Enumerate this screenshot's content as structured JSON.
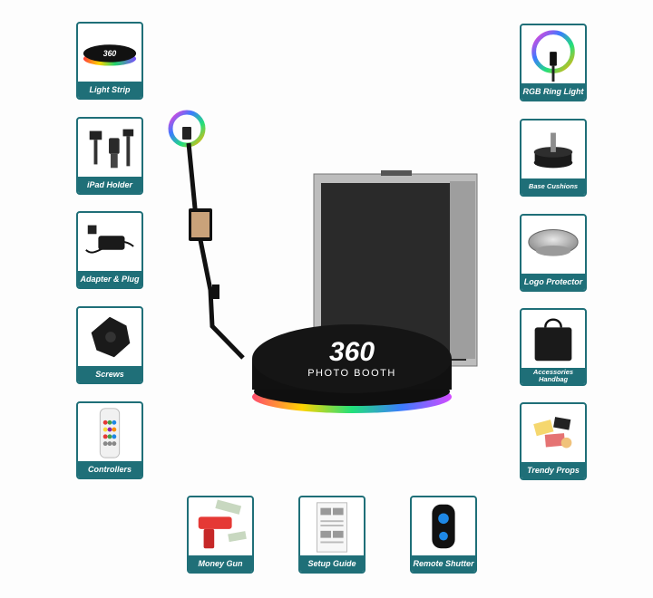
{
  "items_left": [
    {
      "label": "Light Strip",
      "icon": "light-strip-icon"
    },
    {
      "label": "iPad Holder",
      "icon": "ipad-holder-icon"
    },
    {
      "label": "Adapter & Plug",
      "icon": "adapter-plug-icon"
    },
    {
      "label": "Screws",
      "icon": "screws-icon"
    },
    {
      "label": "Controllers",
      "icon": "remote-controller-icon"
    }
  ],
  "items_right": [
    {
      "label": "RGB Ring Light",
      "icon": "ring-light-icon"
    },
    {
      "label": "Base Cushions",
      "icon": "base-cushion-icon"
    },
    {
      "label": "Logo Protector",
      "icon": "logo-protector-icon"
    },
    {
      "label": "Accessories Handbag",
      "icon": "handbag-icon"
    },
    {
      "label": "Trendy Props",
      "icon": "props-icon"
    }
  ],
  "items_bottom": [
    {
      "label": "Money Gun",
      "icon": "money-gun-icon"
    },
    {
      "label": "Setup Guide",
      "icon": "setup-guide-icon"
    },
    {
      "label": "Remote Shutter",
      "icon": "remote-shutter-icon"
    }
  ],
  "product": {
    "platform_logo": "360",
    "platform_text": "PHOTO BOOTH"
  },
  "colors": {
    "accent": "#1f6f78",
    "platform": "#111111"
  }
}
